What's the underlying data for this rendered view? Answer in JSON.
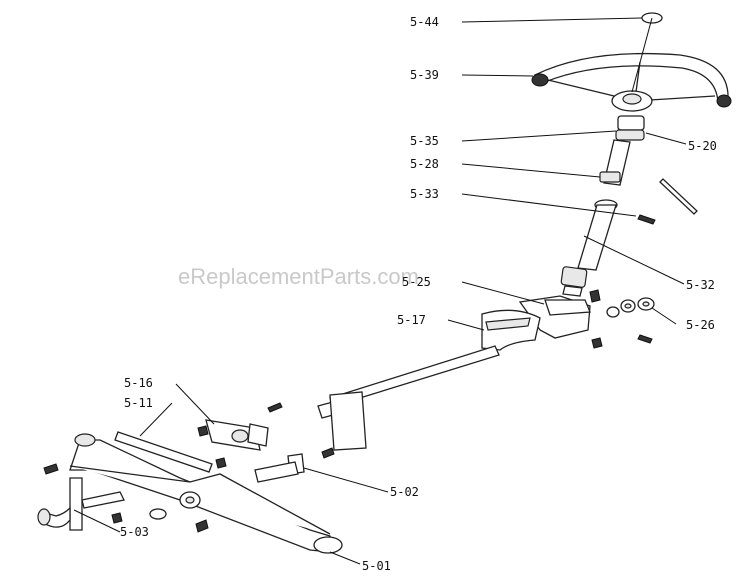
{
  "watermark": "eReplacementParts.com",
  "labels": {
    "p5_44": "5-44",
    "p5_39": "5-39",
    "p5_35": "5-35",
    "p5_20": "5-20",
    "p5_28": "5-28",
    "p5_33": "5-33",
    "p5_32": "5-32",
    "p5_25": "5-25",
    "p5_17": "5-17",
    "p5_26": "5-26",
    "p5_16": "5-16",
    "p5_11": "5-11",
    "p5_02": "5-02",
    "p5_03": "5-03",
    "p5_01": "5-01"
  }
}
